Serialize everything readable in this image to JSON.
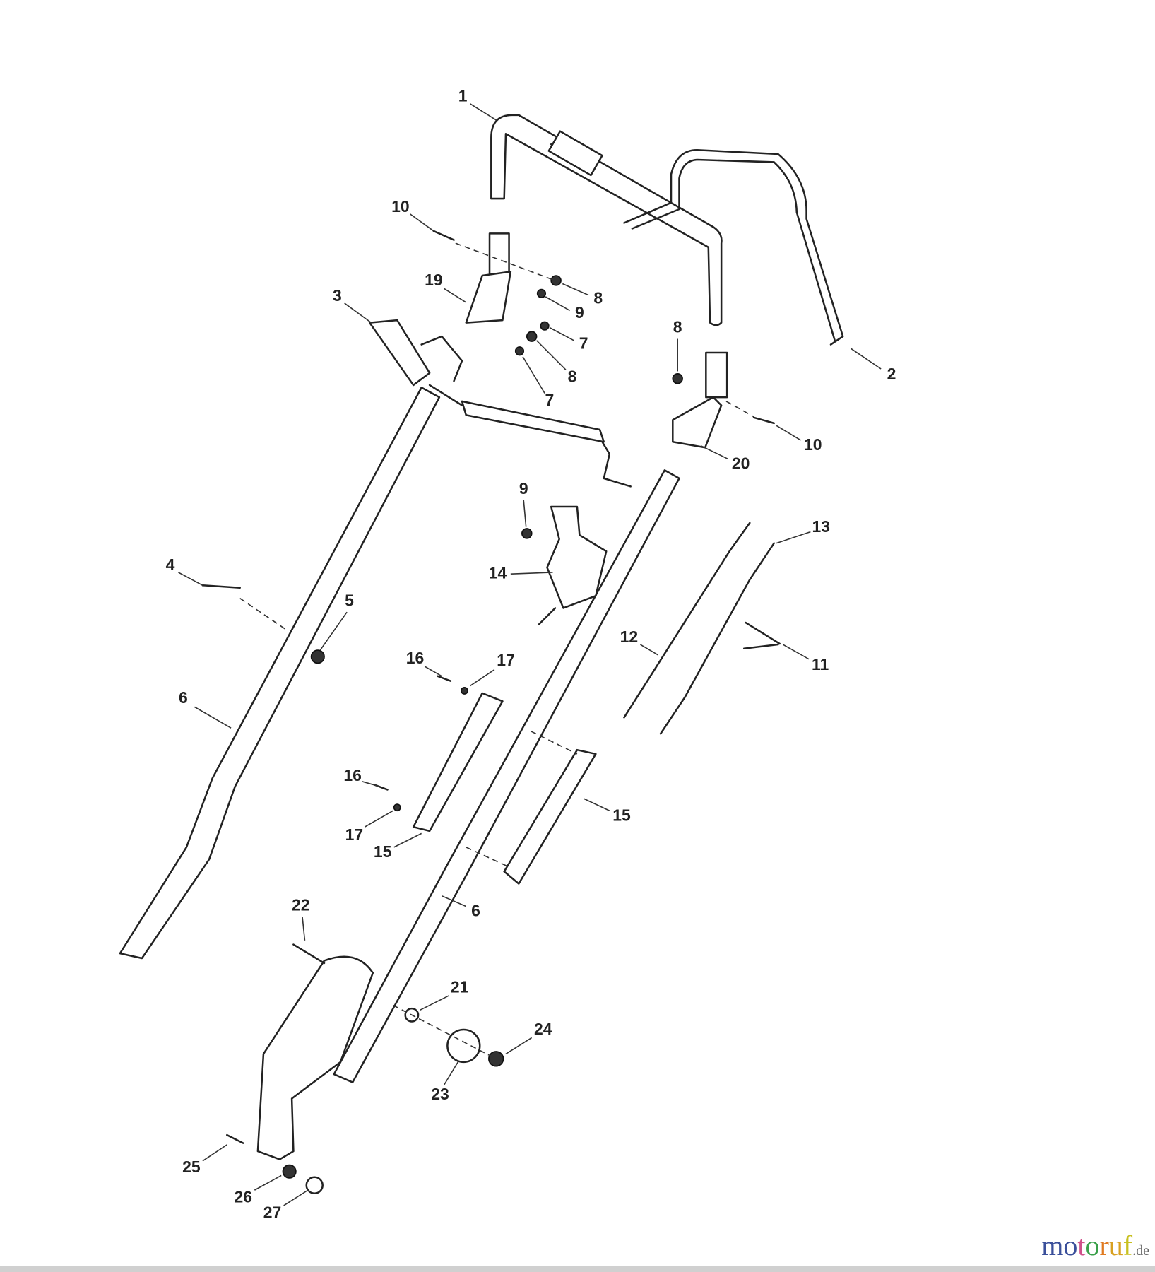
{
  "diagram": {
    "callouts": [
      {
        "id": "1",
        "label": "1"
      },
      {
        "id": "2",
        "label": "2"
      },
      {
        "id": "3",
        "label": "3"
      },
      {
        "id": "4",
        "label": "4"
      },
      {
        "id": "5",
        "label": "5"
      },
      {
        "id": "6a",
        "label": "6"
      },
      {
        "id": "6b",
        "label": "6"
      },
      {
        "id": "7a",
        "label": "7"
      },
      {
        "id": "7b",
        "label": "7"
      },
      {
        "id": "8a",
        "label": "8"
      },
      {
        "id": "8b",
        "label": "8"
      },
      {
        "id": "8c",
        "label": "8"
      },
      {
        "id": "9a",
        "label": "9"
      },
      {
        "id": "9b",
        "label": "9"
      },
      {
        "id": "10a",
        "label": "10"
      },
      {
        "id": "10b",
        "label": "10"
      },
      {
        "id": "11",
        "label": "11"
      },
      {
        "id": "12",
        "label": "12"
      },
      {
        "id": "13",
        "label": "13"
      },
      {
        "id": "14",
        "label": "14"
      },
      {
        "id": "15a",
        "label": "15"
      },
      {
        "id": "15b",
        "label": "15"
      },
      {
        "id": "16a",
        "label": "16"
      },
      {
        "id": "16b",
        "label": "16"
      },
      {
        "id": "17a",
        "label": "17"
      },
      {
        "id": "17b",
        "label": "17"
      },
      {
        "id": "19",
        "label": "19"
      },
      {
        "id": "20",
        "label": "20"
      },
      {
        "id": "21",
        "label": "21"
      },
      {
        "id": "22",
        "label": "22"
      },
      {
        "id": "23",
        "label": "23"
      },
      {
        "id": "24",
        "label": "24"
      },
      {
        "id": "25",
        "label": "25"
      },
      {
        "id": "26",
        "label": "26"
      },
      {
        "id": "27",
        "label": "27"
      }
    ]
  },
  "logo": {
    "letters": [
      {
        "ch": "m",
        "color": "#3a4f9a"
      },
      {
        "ch": "o",
        "color": "#3a4f9a"
      },
      {
        "ch": "t",
        "color": "#d0508a"
      },
      {
        "ch": "o",
        "color": "#3aa04a"
      },
      {
        "ch": "r",
        "color": "#e07a20"
      },
      {
        "ch": "u",
        "color": "#d8a020"
      },
      {
        "ch": "f",
        "color": "#c8c020"
      }
    ],
    "suffix": ".de"
  }
}
